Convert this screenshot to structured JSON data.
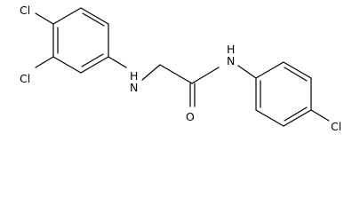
{
  "molecule": {
    "atom_labels": {
      "cl_top": "Cl",
      "cl_left": "Cl",
      "amine_nh": "H",
      "amine_n": "N",
      "amide_nh": "H",
      "amide_n": "N",
      "carbonyl_o": "O",
      "cl_right": "Cl"
    }
  }
}
